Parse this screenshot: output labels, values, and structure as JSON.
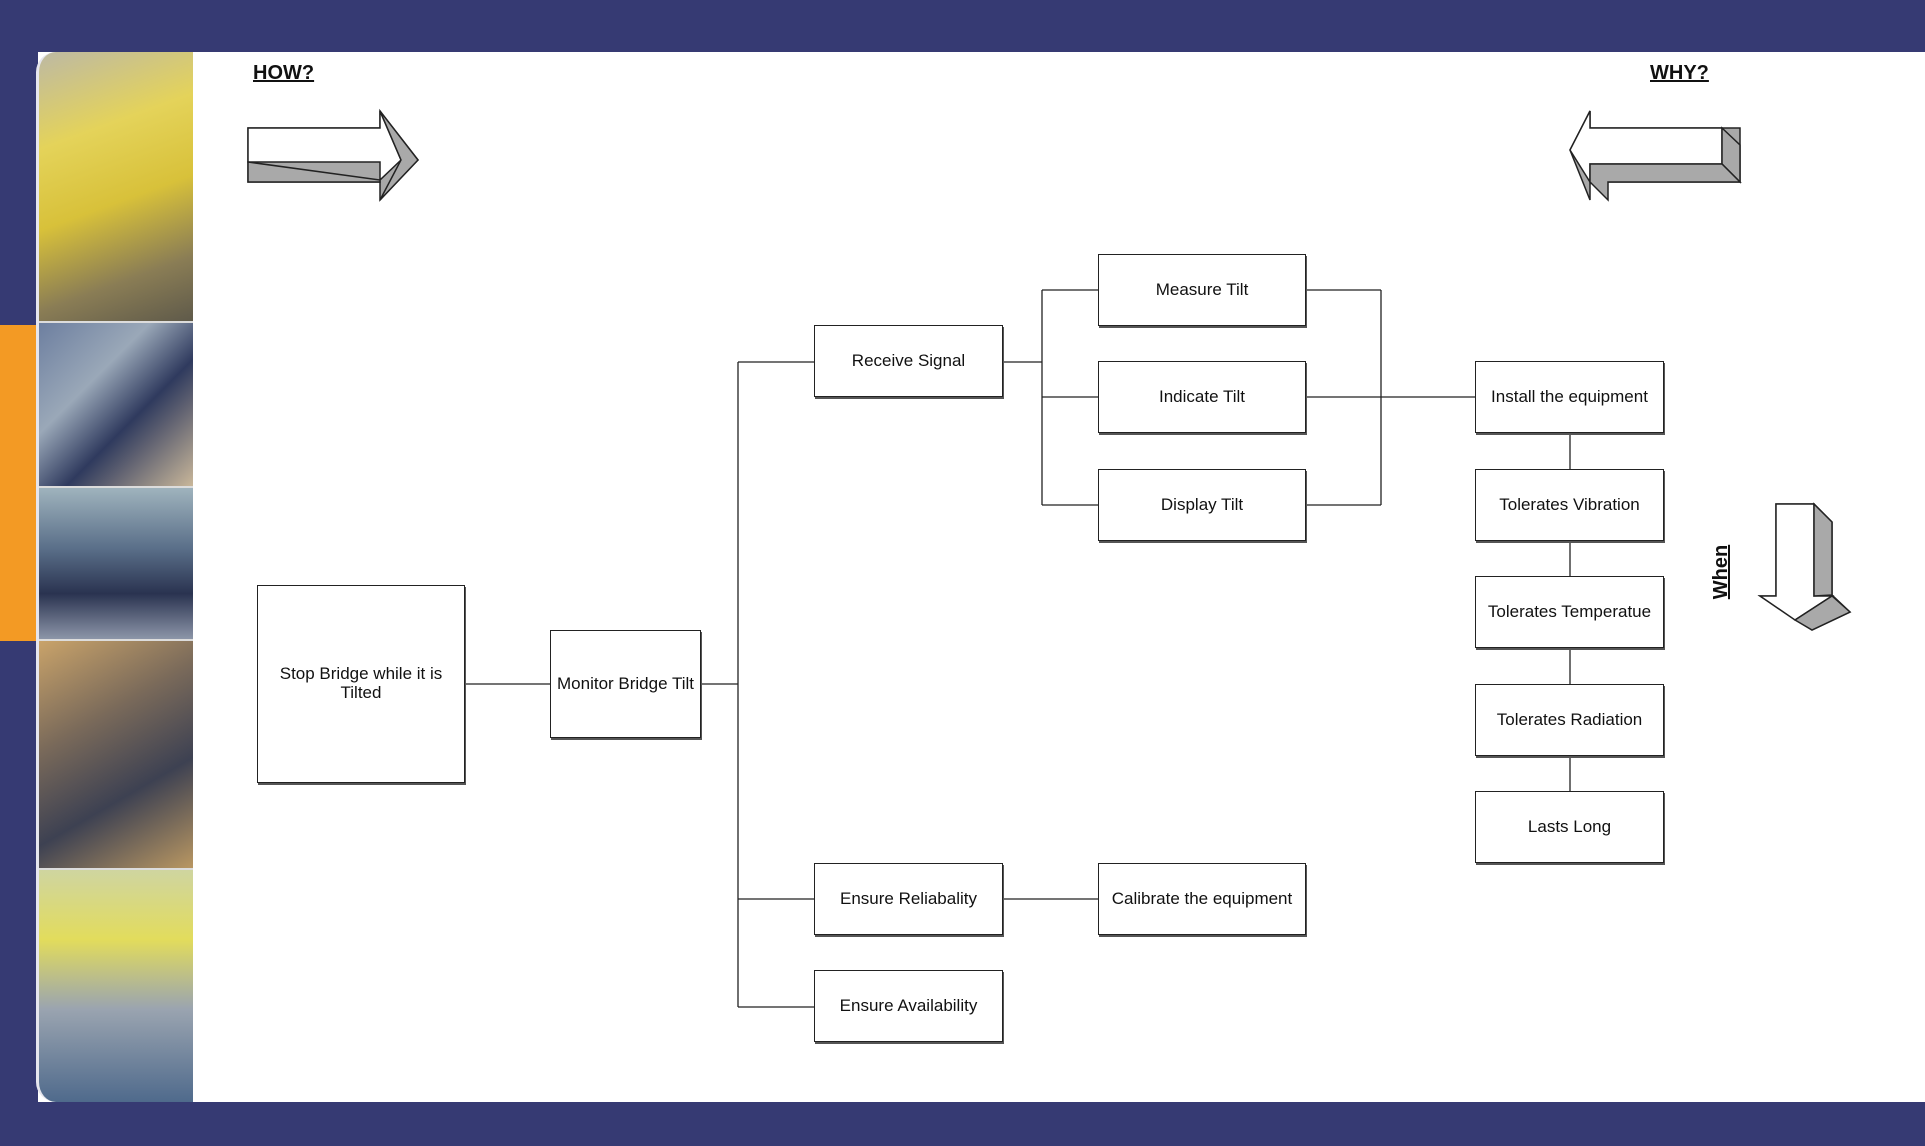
{
  "headings": {
    "how": "HOW?",
    "why": "WHY?",
    "when": "When"
  },
  "colors": {
    "band": "#363a73",
    "accent": "#f39a24",
    "box_border": "#222222",
    "arrow_shade": "#a9a9a9"
  },
  "boxes": {
    "stop_bridge": "Stop Bridge while it is Tilted",
    "monitor_tilt": "Monitor Bridge Tilt",
    "receive_signal": "Receive Signal",
    "ensure_reliability": "Ensure Reliabality",
    "ensure_availability": "Ensure Availability",
    "measure_tilt": "Measure Tilt",
    "indicate_tilt": "Indicate Tilt",
    "display_tilt": "Display Tilt",
    "calibrate": "Calibrate the equipment",
    "install": "Install the equipment",
    "vibration": "Tolerates Vibration",
    "temperature": "Tolerates Temperatue",
    "radiation": "Tolerates Radiation",
    "lasts_long": "Lasts Long"
  }
}
